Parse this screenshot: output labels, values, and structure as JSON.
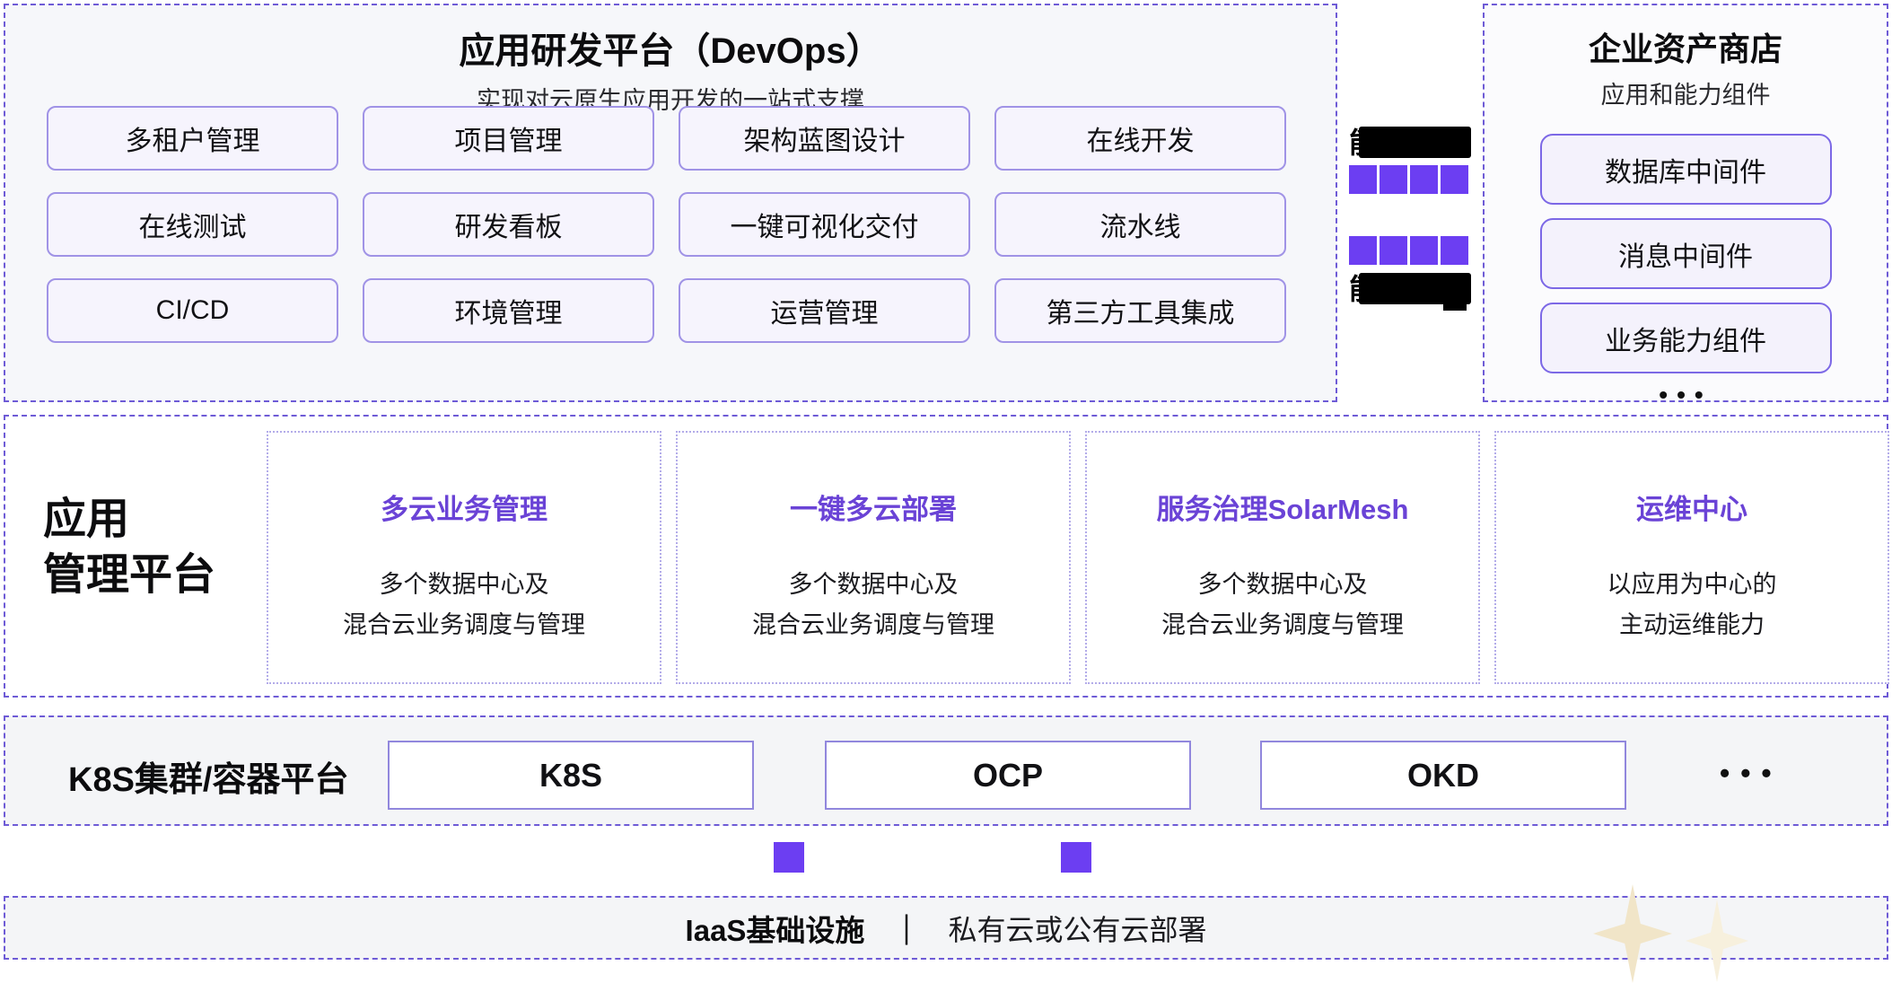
{
  "devops_panel": {
    "title": "应用研发平台（DevOps）",
    "subtitle": "实现对云原生应用开发的一站式支撑",
    "features": [
      "多租户管理",
      "项目管理",
      "架构蓝图设计",
      "在线开发",
      "在线测试",
      "研发看板",
      "一键可视化交付",
      "流水线",
      "CI/CD",
      "环境管理",
      "运营管理",
      "第三方工具集成"
    ]
  },
  "capability_bridge": {
    "top_bar_fragment": "能",
    "bottom_bar_fragment": "能",
    "square_color": "#6c3ef2",
    "bar_color": "#000000"
  },
  "asset_store": {
    "title": "企业资产商店",
    "subtitle": "应用和能力组件",
    "items": [
      "数据库中间件",
      "消息中间件",
      "业务能力组件"
    ],
    "more": "•••"
  },
  "app_mgmt_band": {
    "label_line1": "应用",
    "label_line2": "管理平台",
    "cards": [
      {
        "title": "多云业务管理",
        "desc_line1": "多个数据中心及",
        "desc_line2": "混合云业务调度与管理"
      },
      {
        "title": "一键多云部署",
        "desc_line1": "多个数据中心及",
        "desc_line2": "混合云业务调度与管理"
      },
      {
        "title": "服务治理SolarMesh",
        "desc_line1": "多个数据中心及",
        "desc_line2": "混合云业务调度与管理"
      },
      {
        "title": "运维中心",
        "desc_line1": "以应用为中心的",
        "desc_line2": "主动运维能力"
      }
    ],
    "title_color": "#6a43d6"
  },
  "k8s_band": {
    "label": "K8S集群/容器平台",
    "items": [
      "K8S",
      "OCP",
      "OKD"
    ],
    "more": "•••"
  },
  "iaas_band": {
    "label": "IaaS基础设施",
    "separator": "｜",
    "description": "私有云或公有云部署"
  },
  "colors": {
    "accent_purple": "#6c3ef2",
    "dashed_border": "#6e5bd6",
    "feature_fill": "#f6f4fd",
    "band_gray": "#f4f5f7"
  }
}
